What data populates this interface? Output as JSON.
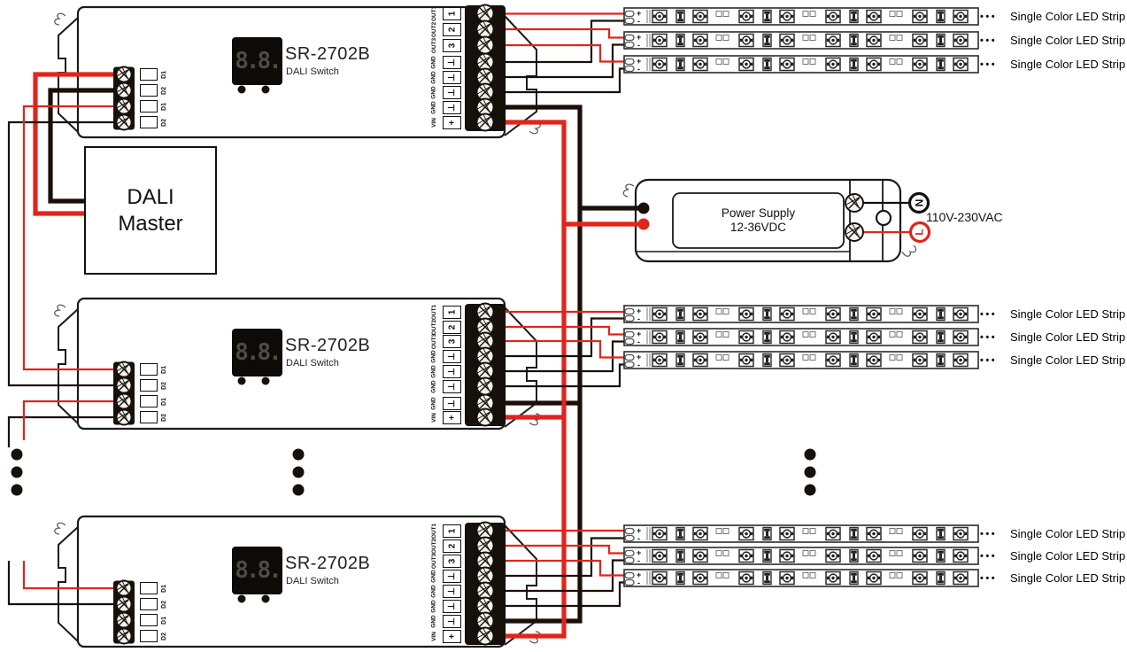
{
  "modules": [
    {
      "model": "SR-2702B",
      "subtitle": "DALI Switch",
      "display": "8.8.",
      "left_terminals": [
        "D1",
        "D2",
        "D1",
        "D2"
      ],
      "right_terminals": [
        {
          "label": "OUT1",
          "symbol": "1"
        },
        {
          "label": "OUT2",
          "symbol": "2"
        },
        {
          "label": "OUT3",
          "symbol": "3"
        },
        {
          "label": "GND",
          "symbol": "⊥"
        },
        {
          "label": "GND",
          "symbol": "⊥"
        },
        {
          "label": "GND",
          "symbol": "⊥"
        },
        {
          "label": "GND",
          "symbol": "⊥"
        },
        {
          "label": "VIN",
          "symbol": "+"
        }
      ]
    },
    {
      "model": "SR-2702B",
      "subtitle": "DALI Switch",
      "display": "8.8.",
      "left_terminals": [
        "D1",
        "D2",
        "D1",
        "D2"
      ],
      "right_terminals": [
        {
          "label": "OUT1",
          "symbol": "1"
        },
        {
          "label": "OUT2",
          "symbol": "2"
        },
        {
          "label": "OUT3",
          "symbol": "3"
        },
        {
          "label": "GND",
          "symbol": "⊥"
        },
        {
          "label": "GND",
          "symbol": "⊥"
        },
        {
          "label": "GND",
          "symbol": "⊥"
        },
        {
          "label": "GND",
          "symbol": "⊥"
        },
        {
          "label": "VIN",
          "symbol": "+"
        }
      ]
    },
    {
      "model": "SR-2702B",
      "subtitle": "DALI Switch",
      "display": "8.8.",
      "left_terminals": [
        "D1",
        "D2",
        "D1",
        "D2"
      ],
      "right_terminals": [
        {
          "label": "OUT1",
          "symbol": "1"
        },
        {
          "label": "OUT2",
          "symbol": "2"
        },
        {
          "label": "OUT3",
          "symbol": "3"
        },
        {
          "label": "GND",
          "symbol": "⊥"
        },
        {
          "label": "GND",
          "symbol": "⊥"
        },
        {
          "label": "GND",
          "symbol": "⊥"
        },
        {
          "label": "GND",
          "symbol": "⊥"
        },
        {
          "label": "VIN",
          "symbol": "+"
        }
      ]
    }
  ],
  "dali_master": {
    "line1": "DALI",
    "line2": "Master"
  },
  "power_supply": {
    "name": "Power Supply",
    "voltage": "12-36VDC",
    "ac_label": "110V-230VAC",
    "terminal_n": "N",
    "terminal_l": "L"
  },
  "led_strips": {
    "label": "Single Color LED Strip",
    "count": 9,
    "plus": "+",
    "minus": "-",
    "ellipsis": "•••"
  },
  "colors": {
    "wire_red": "#E2241A",
    "wire_black": "#1A0F08",
    "outline": "#1A1A1A",
    "display_bg": "#0E0A07",
    "display_digits": "#4E4A46"
  }
}
